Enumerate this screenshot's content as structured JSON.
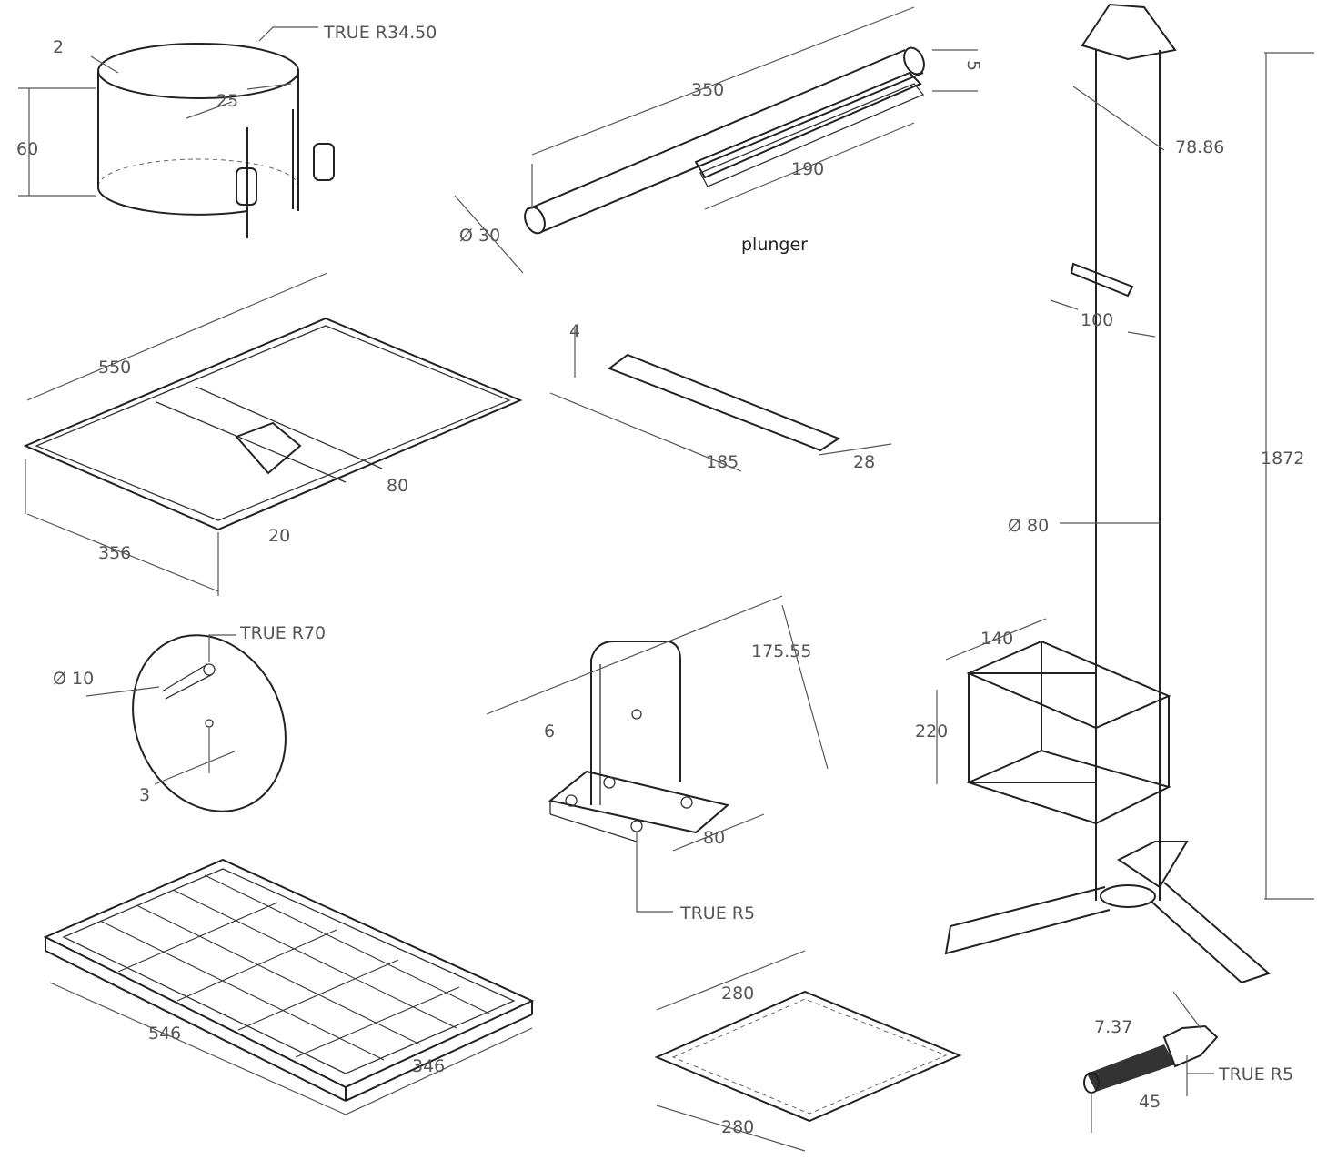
{
  "clamp": {
    "thickness": "2",
    "radius": "TRUE R34.50",
    "gap": "25",
    "height": "60"
  },
  "plunger": {
    "length": "350",
    "rail_height": "5",
    "rail_length": "190",
    "diameter": "Ø 30",
    "caption": "plunger"
  },
  "column": {
    "funnel": "78.86",
    "bracket": "100",
    "height": "1872",
    "diameter": "Ø 80"
  },
  "tray": {
    "length": "550",
    "rib": "80",
    "depth": "20",
    "width": "356"
  },
  "strip": {
    "thickness": "4",
    "length": "185",
    "width": "28"
  },
  "disc": {
    "radius": "TRUE R70",
    "hole": "Ø 10",
    "center": "3"
  },
  "bracket": {
    "height": "175.55",
    "thickness": "6",
    "base": "80",
    "radius": "TRUE R5"
  },
  "box": {
    "width": "140",
    "height": "220"
  },
  "grid_tray": {
    "length": "546",
    "width": "346"
  },
  "plate": {
    "top": "280",
    "bottom": "280"
  },
  "bolt": {
    "head": "7.37",
    "radius": "TRUE R5",
    "length": "45"
  }
}
